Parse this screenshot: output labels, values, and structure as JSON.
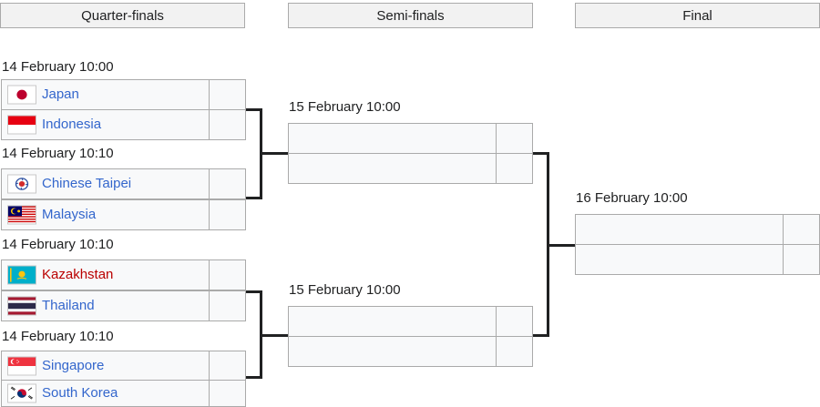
{
  "headers": {
    "quarter_finals": "Quarter-finals",
    "semi_finals": "Semi-finals",
    "final": "Final"
  },
  "quarter_finals": [
    {
      "date": "14 February 10:00",
      "teams": [
        {
          "name": "Japan",
          "flag": "japan-flag-icon",
          "score": ""
        },
        {
          "name": "Indonesia",
          "flag": "indonesia-flag-icon",
          "score": ""
        }
      ]
    },
    {
      "date": "14 February 10:10",
      "teams": [
        {
          "name": "Chinese Taipei",
          "flag": "chinese-taipei-flag-icon",
          "score": ""
        },
        {
          "name": "Malaysia",
          "flag": "malaysia-flag-icon",
          "score": ""
        }
      ]
    },
    {
      "date": "14 February 10:10",
      "teams": [
        {
          "name": "Kazakhstan",
          "flag": "kazakhstan-flag-icon",
          "score": ""
        },
        {
          "name": "Thailand",
          "flag": "thailand-flag-icon",
          "score": ""
        }
      ]
    },
    {
      "date": "14 February 10:10",
      "teams": [
        {
          "name": "Singapore",
          "flag": "singapore-flag-icon",
          "score": ""
        },
        {
          "name": "South Korea",
          "flag": "south-korea-flag-icon",
          "score": ""
        }
      ]
    }
  ],
  "semi_finals": [
    {
      "date": "15 February 10:00",
      "teams": [
        {
          "name": "",
          "score": ""
        },
        {
          "name": "",
          "score": ""
        }
      ]
    },
    {
      "date": "15 February 10:00",
      "teams": [
        {
          "name": "",
          "score": ""
        },
        {
          "name": "",
          "score": ""
        }
      ]
    }
  ],
  "final": {
    "date": "16 February 10:00",
    "teams": [
      {
        "name": "",
        "score": ""
      },
      {
        "name": "",
        "score": ""
      }
    ]
  },
  "colors": {
    "link": "#3366cc",
    "redlink": "#ba0000",
    "cell_bg": "#f8f9fa",
    "header_bg": "#f2f2f2",
    "border": "#aaaaaa",
    "connector": "#202122"
  }
}
